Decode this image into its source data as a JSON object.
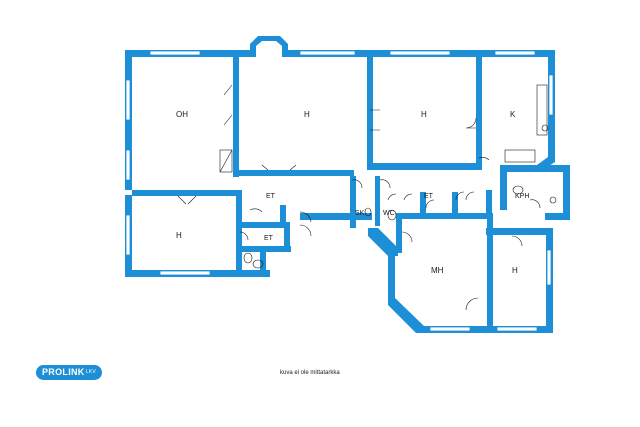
{
  "rooms": {
    "oh": "OH",
    "h1": "H",
    "h2": "H",
    "k": "K",
    "et1": "ET",
    "et2": "ET",
    "et3": "ET",
    "kph": "KPH",
    "sk": "SK",
    "wc": "WC",
    "h_small": "H",
    "mh": "MH",
    "h_right": "H"
  },
  "logo": {
    "text": "PROLINK",
    "suffix": "LKV"
  },
  "caption": "kuva ei ole mittatarkka",
  "colors": {
    "wall": "#1d8fd6",
    "background": "#ffffff"
  }
}
